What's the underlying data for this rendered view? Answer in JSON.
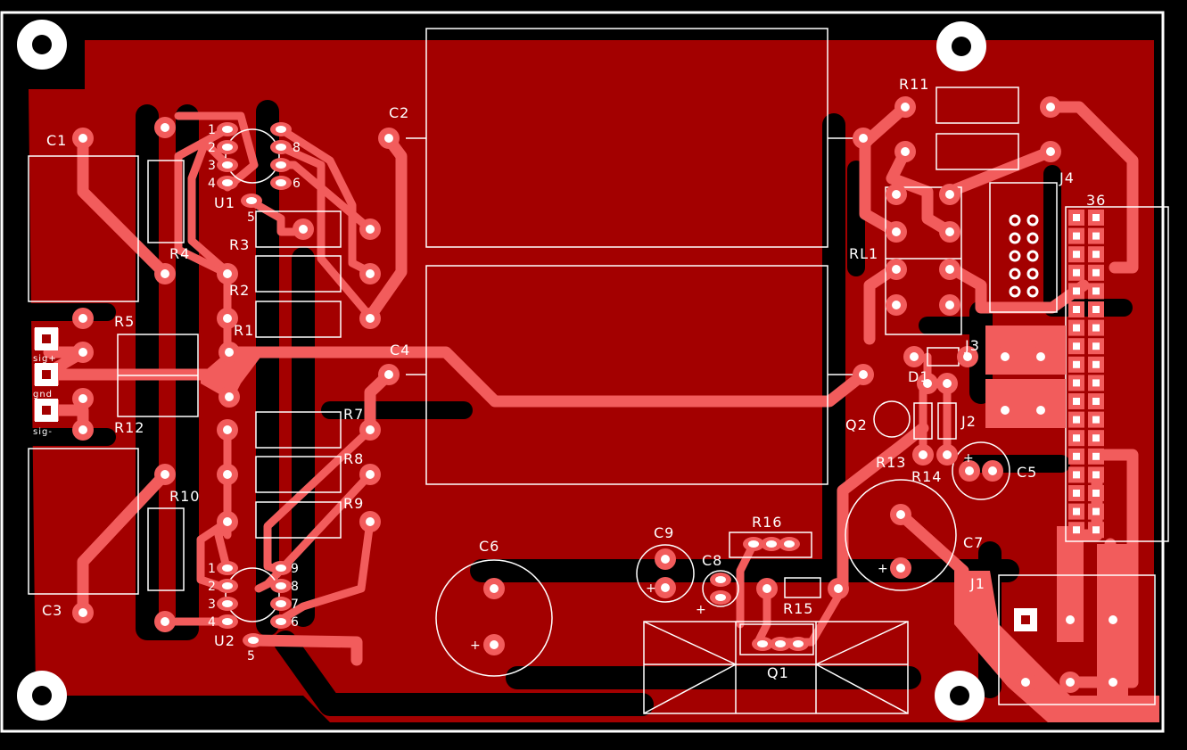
{
  "colors": {
    "background": "#000000",
    "copper": "#a30000",
    "trace": "#f25c5c",
    "silkscreen": "#ffffff"
  },
  "connector_labels": {
    "sig_plus": "sig+",
    "gnd": "gnd",
    "sig_minus": "sig-"
  },
  "designators": {
    "C1": "C1",
    "C2": "C2",
    "C3": "C3",
    "C4": "C4",
    "C5": "C5",
    "C6": "C6",
    "C7": "C7",
    "C8": "C8",
    "C9": "C9",
    "R1": "R1",
    "R2": "R2",
    "R3": "R3",
    "R4": "R4",
    "R5": "R5",
    "R7": "R7",
    "R8": "R8",
    "R9": "R9",
    "R10": "R10",
    "R11": "R11",
    "R12": "R12",
    "R13": "R13",
    "R14": "R14",
    "R15": "R15",
    "R16": "R16",
    "U1": "U1",
    "U2": "U2",
    "RL1": "RL1",
    "Q1": "Q1",
    "Q2": "Q2",
    "J1": "J1",
    "J2": "J2",
    "J3": "J3",
    "J4": "J4",
    "D1": "D1"
  },
  "pin_numbers": {
    "u1_left": [
      "1",
      "2",
      "3",
      "4"
    ],
    "u1_right": [
      "8",
      "6"
    ],
    "u1_five": "5",
    "u2_left": [
      "1",
      "2",
      "3",
      "4"
    ],
    "u2_right": [
      "9",
      "8",
      "7",
      "6"
    ],
    "u2_five": "5",
    "header_count": "36"
  },
  "polarity": {
    "plus": "+"
  }
}
